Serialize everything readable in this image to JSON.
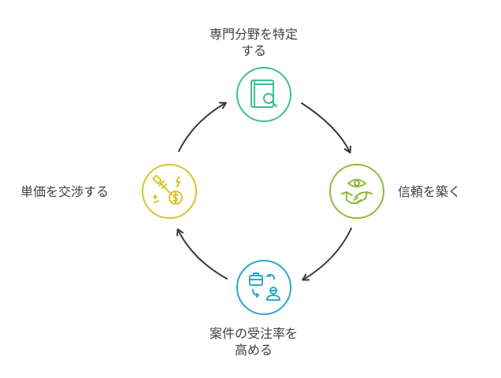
{
  "nodes": {
    "top": {
      "label_lines": [
        "専門分野を特定",
        "する"
      ],
      "color": "#3fbf8f",
      "icon": "book-search-icon"
    },
    "right": {
      "label_lines": [
        "信頼を築く"
      ],
      "color": "#8fba3a",
      "icon": "handshake-eye-icon"
    },
    "bottom": {
      "label_lines": [
        "案件の受注率を",
        "高める"
      ],
      "color": "#28a9c9",
      "icon": "briefcase-person-icon"
    },
    "left": {
      "label_lines": [
        "単価を交渉する"
      ],
      "color": "#d9c528",
      "icon": "hammer-coin-icon"
    }
  },
  "flow": [
    "top",
    "right",
    "bottom",
    "left",
    "top"
  ]
}
